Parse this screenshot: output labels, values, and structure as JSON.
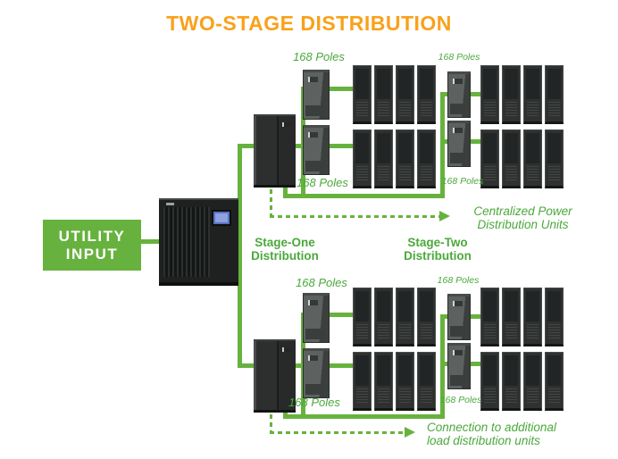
{
  "title": "TWO-STAGE DISTRIBUTION",
  "colors": {
    "orange": "#F9A11B",
    "green": "#67B23E",
    "text_green": "#4BA83C",
    "cabinet_dark": "#2B2E2D",
    "screen_blue": "#8EA1DC"
  },
  "utility_input": {
    "line1": "UTILITY",
    "line2": "INPUT"
  },
  "labels": {
    "poles": "168 Poles",
    "stage_one": {
      "line1": "Stage-One",
      "line2": "Distribution"
    },
    "stage_two": {
      "line1": "Stage-Two",
      "line2": "Distribution"
    }
  },
  "annotations": {
    "centralized": {
      "line1": "Centralized Power",
      "line2": "Distribution Units"
    },
    "connection": {
      "line1": "Connection to additional",
      "line2": "load distribution units"
    }
  }
}
